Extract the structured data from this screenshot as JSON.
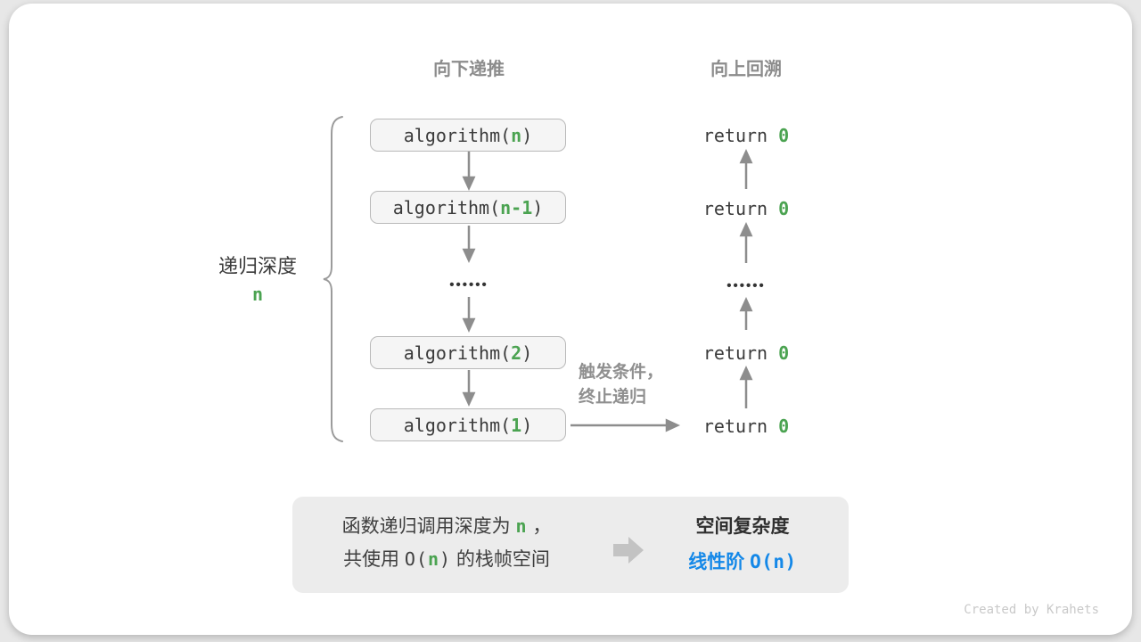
{
  "colors": {
    "green_accent": "#4BA351",
    "blue_accent": "#1488E8",
    "gray_heading": "#8C8C8C",
    "dark_text": "#3B3B3B",
    "arrow_gray": "#8D8D8D",
    "box_fill": "#F5F5F5",
    "summary_fill": "#ECECEC"
  },
  "headers": {
    "downward": "向下递推",
    "upward": "向上回溯"
  },
  "depth_brace": {
    "label": "递归深度",
    "value": "n"
  },
  "recursion": {
    "calls": [
      {
        "prefix": "algorithm(",
        "arg": "n",
        "suffix": ")"
      },
      {
        "prefix": "algorithm(",
        "arg": "n-1",
        "suffix": ")"
      },
      {
        "prefix": "algorithm(",
        "arg": "2",
        "suffix": ")"
      },
      {
        "prefix": "algorithm(",
        "arg": "1",
        "suffix": ")"
      }
    ],
    "ellipsis": "••••••",
    "returns": [
      {
        "keyword": "return",
        "value": "0"
      },
      {
        "keyword": "return",
        "value": "0"
      },
      {
        "keyword": "return",
        "value": "0"
      },
      {
        "keyword": "return",
        "value": "0"
      }
    ]
  },
  "trigger_note": {
    "line1": "触发条件，",
    "line2": "终止递归"
  },
  "summary": {
    "line1_prefix": "函数递归调用深度为 ",
    "line1_var": "n",
    "line1_suffix": " ，",
    "line2_prefix": "共使用 ",
    "line2_o_open": "O(",
    "line2_var": "n",
    "line2_o_close": ")",
    "line2_suffix": " 的栈帧空间",
    "result_title": "空间复杂度",
    "result_prefix": "线性阶 ",
    "result_big_o": "O(n)"
  },
  "footer": {
    "credit": "Created by Krahets"
  }
}
